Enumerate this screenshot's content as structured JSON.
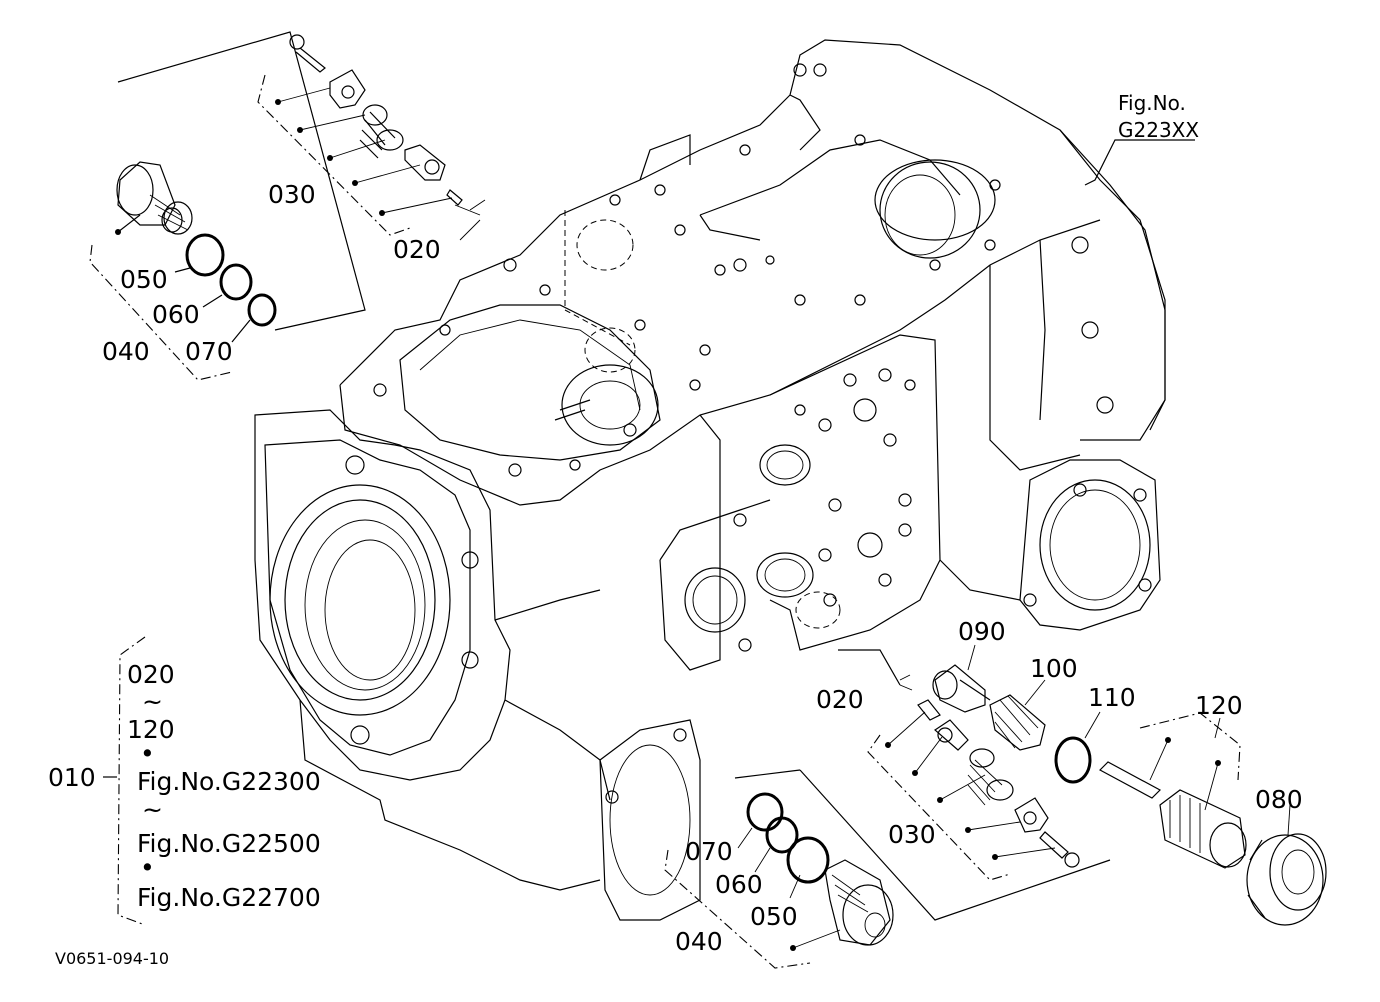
{
  "figure_ref": {
    "line1": "Fig.No.",
    "line2": "G223XX"
  },
  "callouts": {
    "c030_top": "030",
    "c020_top": "020",
    "c050_left": "050",
    "c060_left": "060",
    "c070_left": "070",
    "c040_left": "040",
    "c090": "090",
    "c100": "100",
    "c110": "110",
    "c120": "120",
    "c020_mid": "020",
    "c030_bottom": "030",
    "c080": "080",
    "c070_bottom": "070",
    "c060_bottom": "060",
    "c050_bottom": "050",
    "c040_bottom": "040"
  },
  "assembly_note": {
    "main_label": "010",
    "line1": "020",
    "tilde1": "~",
    "line2": "120",
    "bullet1": "•",
    "line3": "Fig.No.G22300",
    "tilde2": "~",
    "line4": "Fig.No.G22500",
    "bullet2": "•",
    "line5": "Fig.No.G22700"
  },
  "drawing_code": "V0651-094-10"
}
